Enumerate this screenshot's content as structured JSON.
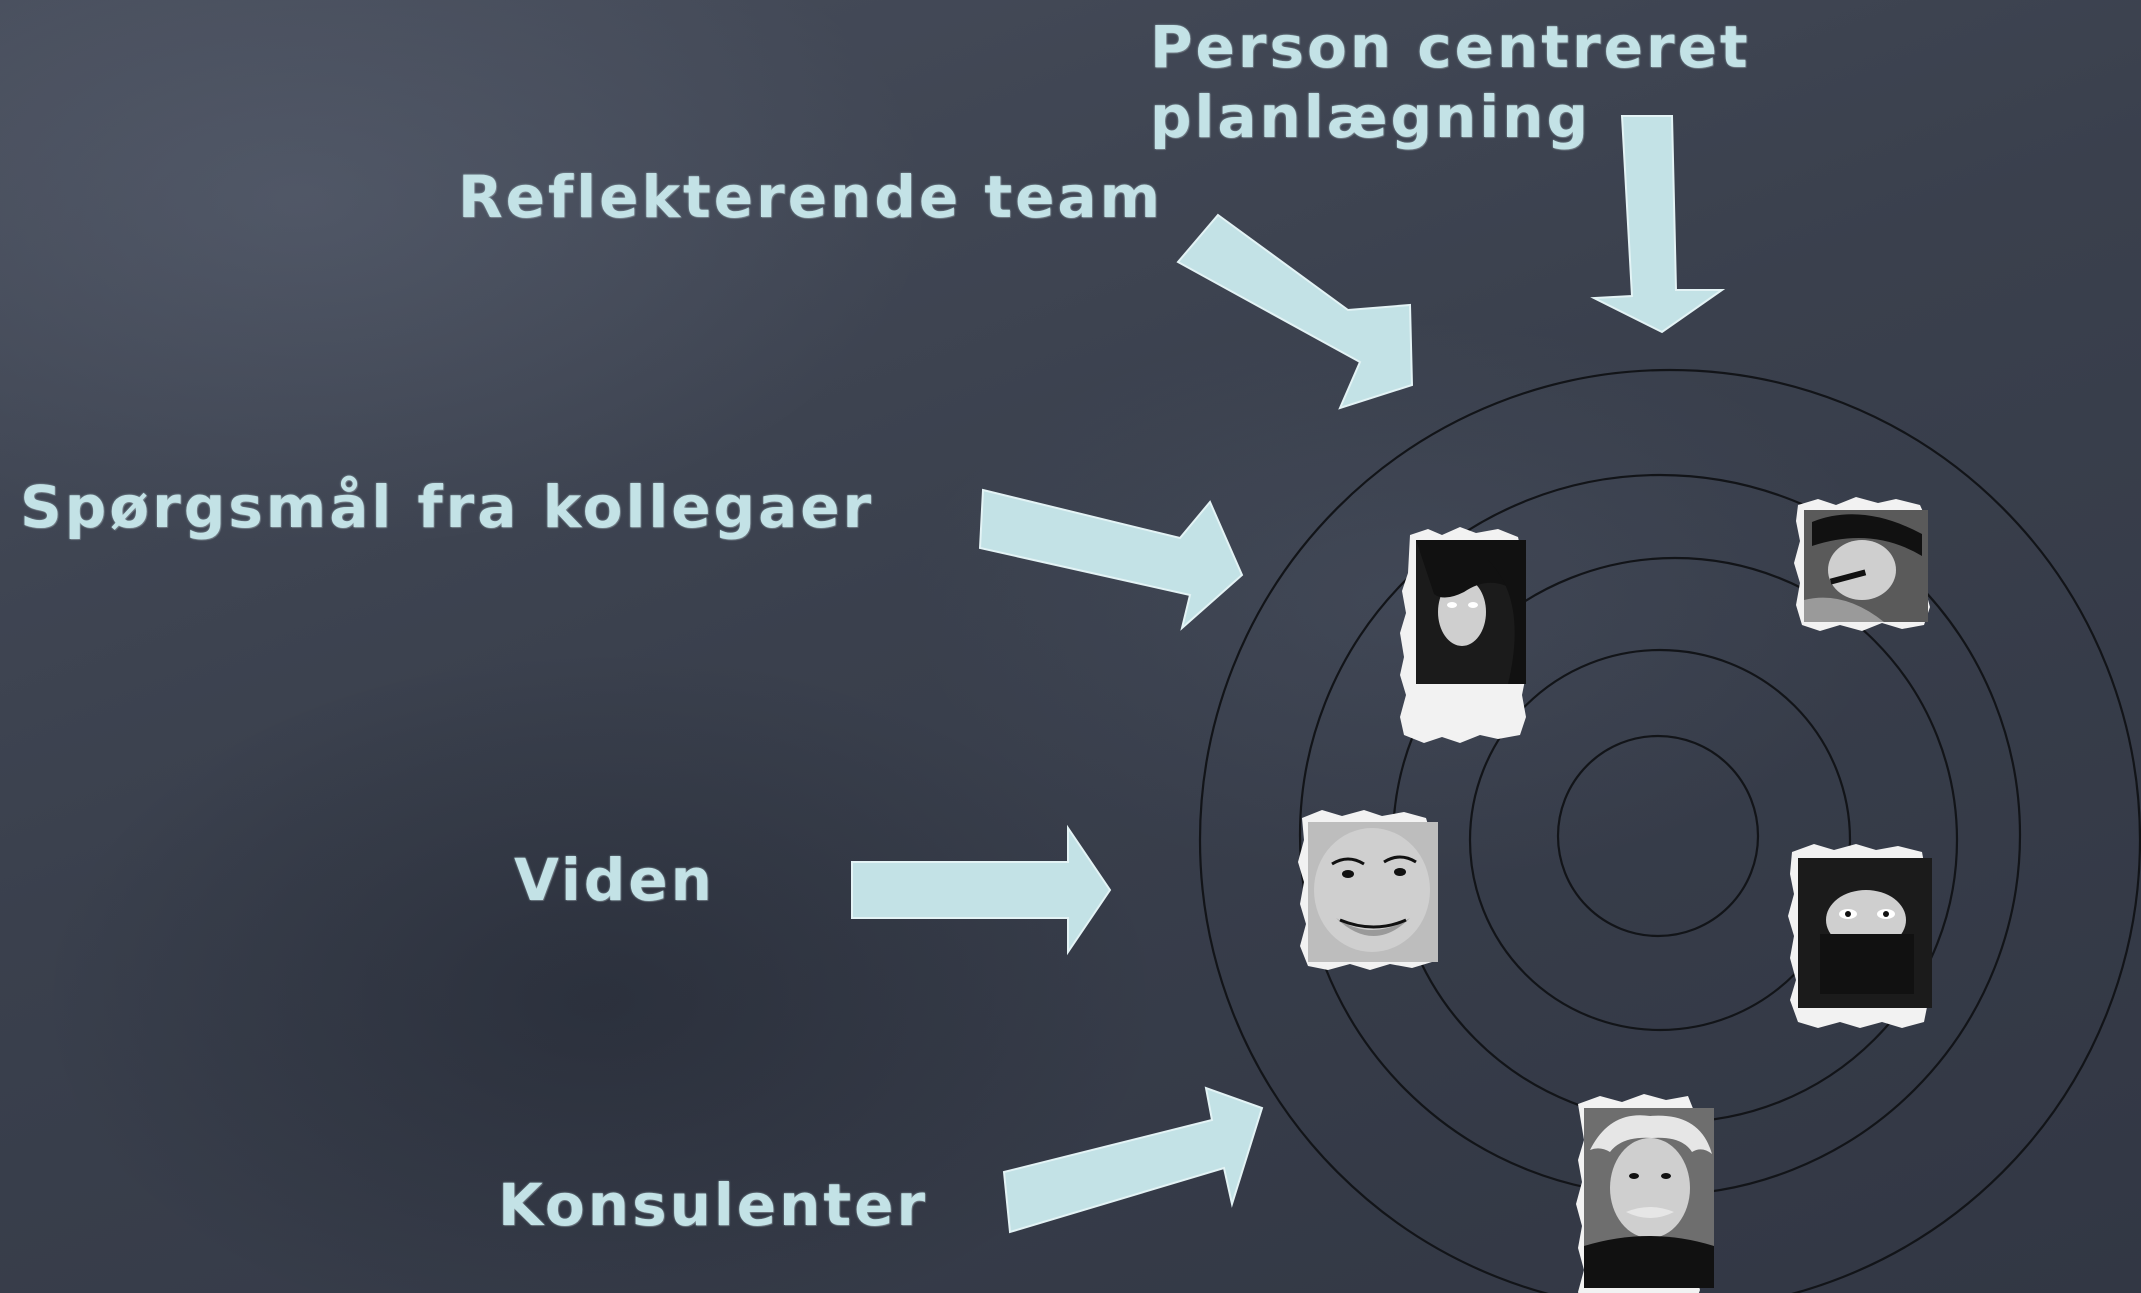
{
  "labels": {
    "person_centreret_line1": "Person centreret",
    "person_centreret_line2": "planlægning",
    "reflekterende_team": "Reflekterende team",
    "sporgsmal": "Spørgsmål fra kollegaer",
    "viden": "Viden",
    "konsulenter": "Konsulenter"
  },
  "colors": {
    "background": "#3d4350",
    "chalk_text": "#c3e2e6",
    "arrow_fill": "#c3e2e6",
    "ring_stroke": "#121418"
  },
  "diagram": {
    "type": "concentric-target",
    "ring_count": 5,
    "arrow_count": 5,
    "photos": [
      "woman-dark-hair-photo",
      "man-smoking-photo",
      "grimacing-man-photo",
      "veiled-woman-photo",
      "einstein-photo"
    ]
  }
}
